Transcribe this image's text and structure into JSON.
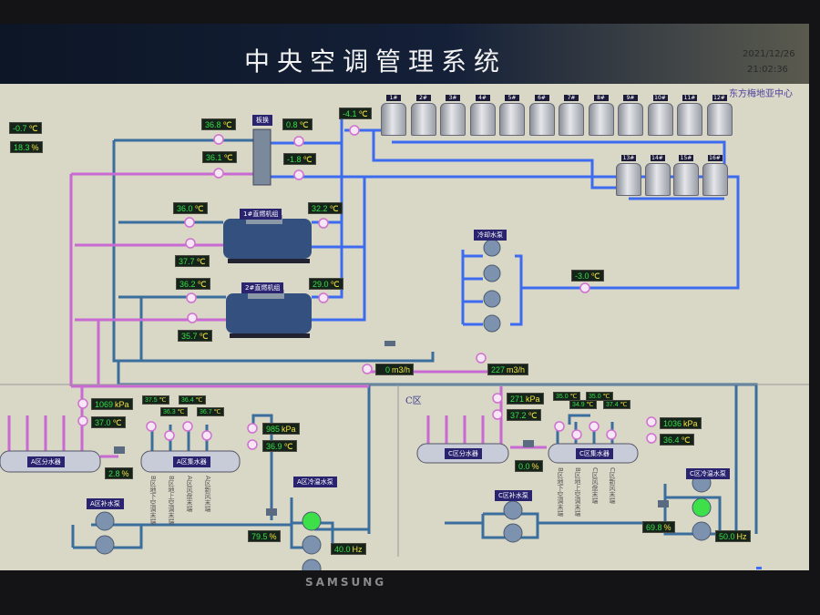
{
  "header": {
    "title": "中央空调管理系统",
    "date": "2021/12/26",
    "time": "21:02:36",
    "org": "东方梅地亚中心"
  },
  "left": {
    "outdoor_temp": "-0.7",
    "outdoor_humidity": "18.3"
  },
  "units": {
    "c": "℃",
    "pct": "%",
    "kpa": "kPa",
    "hz": "Hz",
    "flow": "m3/h"
  },
  "plate_hx": {
    "label": "板换",
    "hot_in": "36.8",
    "hot_out": "36.1",
    "cold_in": "0.8",
    "cold_out": "-1.8"
  },
  "tower_temp": "-4.1",
  "towers": [
    "1#",
    "2#",
    "3#",
    "4#",
    "5#",
    "6#",
    "7#",
    "8#",
    "9#",
    "10#",
    "11#",
    "12#",
    "13#",
    "14#",
    "15#",
    "16#"
  ],
  "chiller1": {
    "label": "1#直燃机组",
    "in": "36.0",
    "out": "37.7",
    "cw": "32.2"
  },
  "chiller2": {
    "label": "2#直燃机组",
    "in": "36.2",
    "out": "35.7",
    "cw": "29.0"
  },
  "cooling_pumps": {
    "label": "冷却水泵",
    "temp": "-3.0"
  },
  "flow": {
    "f1": "0",
    "f2": "227"
  },
  "zone_a": {
    "supply_p": "1069",
    "supply_t": "37.0",
    "branch_temps": [
      "37.5",
      "36.3",
      "36.4",
      "36.7"
    ],
    "return_p": "985",
    "return_t": "36.9",
    "valve": "2.8",
    "pump_valve": "79.5",
    "freq": "40.0",
    "divider": "A区分水器",
    "collector": "A区集水器",
    "makeup": "A区补水泵",
    "hw_pump": "A区冷温水泵",
    "branches": [
      "B区地下空调末端",
      "B区地上空调末端",
      "A区风盘末端",
      "A区新风末端"
    ]
  },
  "zone_c": {
    "title": "C区",
    "supply_p": "271",
    "supply_t": "37.2",
    "branch_temps": [
      "35.0",
      "34.9",
      "35.0",
      "37.4"
    ],
    "return_p": "1036",
    "return_t": "36.4",
    "valve": "0.0",
    "pump_valve": "69.8",
    "freq": "50.0",
    "divider": "C区分水器",
    "collector": "C区集水器",
    "makeup": "C区补水泵",
    "hw_pump": "C区冷温水泵",
    "branches": [
      "B区地下空调末端",
      "B区地上空调末端",
      "C区风盘末端",
      "C区新风末端"
    ]
  },
  "monitor": {
    "brand": "SAMSUNG"
  }
}
